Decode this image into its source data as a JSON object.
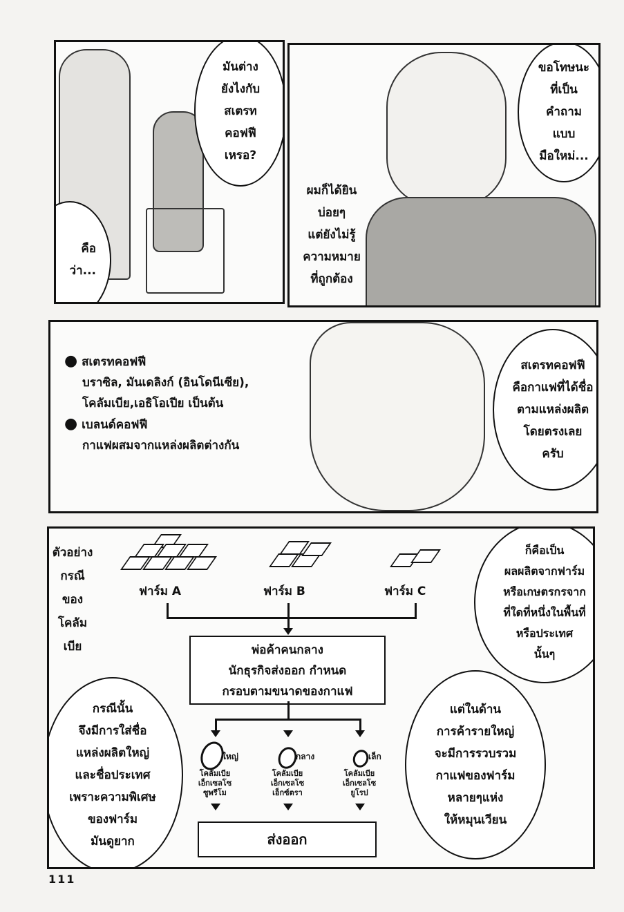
{
  "panel1": {
    "bubble_top": [
      "มันต่าง",
      "ยังไงกับ",
      "สเตรท",
      "คอฟฟี",
      "เหรอ?"
    ],
    "bubble_bottom": [
      "คือ",
      "ว่า..."
    ]
  },
  "panel2": {
    "bubble_top": [
      "ขอโทษนะ",
      "ที่เป็น",
      "คำถาม",
      "แบบ",
      "มือใหม่..."
    ],
    "caption": [
      "ผมก็ได้ยิน",
      "บ่อยๆ",
      "แต่ยังไม่รู้",
      "ความหมาย",
      "ที่ถูกต้อง"
    ]
  },
  "panel3": {
    "notes": [
      {
        "title": "สเตรทคอฟฟี",
        "lines": [
          "บราซิล, มันเดลิงก์ (อินโดนีเซีย),",
          "โคลัมเบีย,เอธิโอเปีย เป็นต้น"
        ]
      },
      {
        "title": "เบลนด์คอฟฟี",
        "lines": [
          "กาแฟผสมจากแหล่งผลิตต่างกัน"
        ]
      }
    ],
    "bubble": [
      "สเตรทคอฟฟี",
      "คือกาแฟที่ได้ชื่อ",
      "ตามแหล่งผลิต",
      "โดยตรงเลย",
      "ครับ"
    ]
  },
  "panel4": {
    "side_label": [
      "ตัวอย่าง",
      "กรณี",
      "ของ",
      "โคลัม",
      "เบีย"
    ],
    "farms": [
      "ฟาร์ม A",
      "ฟาร์ม B",
      "ฟาร์ม C"
    ],
    "middleman": [
      "พ่อค้าคนกลาง",
      "นักธุรกิจส่งออก กำหนด",
      "กรอบตามขนาดของกาแฟ"
    ],
    "grades": [
      {
        "size": "ใหญ่",
        "name": [
          "โคลัมเบีย",
          "เอ็กเซลโซ",
          "ซูพรีโม"
        ]
      },
      {
        "size": "กลาง",
        "name": [
          "โคลัมเบีย",
          "เอ็กเซลโซ",
          "เอ็กซ์ตรา"
        ]
      },
      {
        "size": "เล็ก",
        "name": [
          "โคลัมเบีย",
          "เอ็กเซลโซ",
          "ยูโรป"
        ]
      }
    ],
    "export": "ส่งออก",
    "bubble_right_top": [
      "ก็คือเป็น",
      "ผลผลิตจากฟาร์ม",
      "หรือเกษตรกรจาก",
      "ที่ใดที่หนึ่งในพื้นที่",
      "หรือประเทศ",
      "นั้นๆ"
    ],
    "bubble_right_bottom": [
      "แต่ในด้าน",
      "การค้ารายใหญ่",
      "จะมีการรวบรวม",
      "กาแฟของฟาร์ม",
      "หลายๆแห่ง",
      "ให้หมุนเวียน"
    ],
    "bubble_left": [
      "กรณีนั้น",
      "จึงมีการใส่ชื่อ",
      "แหล่งผลิตใหญ่",
      "และชื่อประเทศ",
      "เพราะความพิเศษ",
      "ของฟาร์ม",
      "มันดูยาก"
    ]
  },
  "page_number": "111"
}
